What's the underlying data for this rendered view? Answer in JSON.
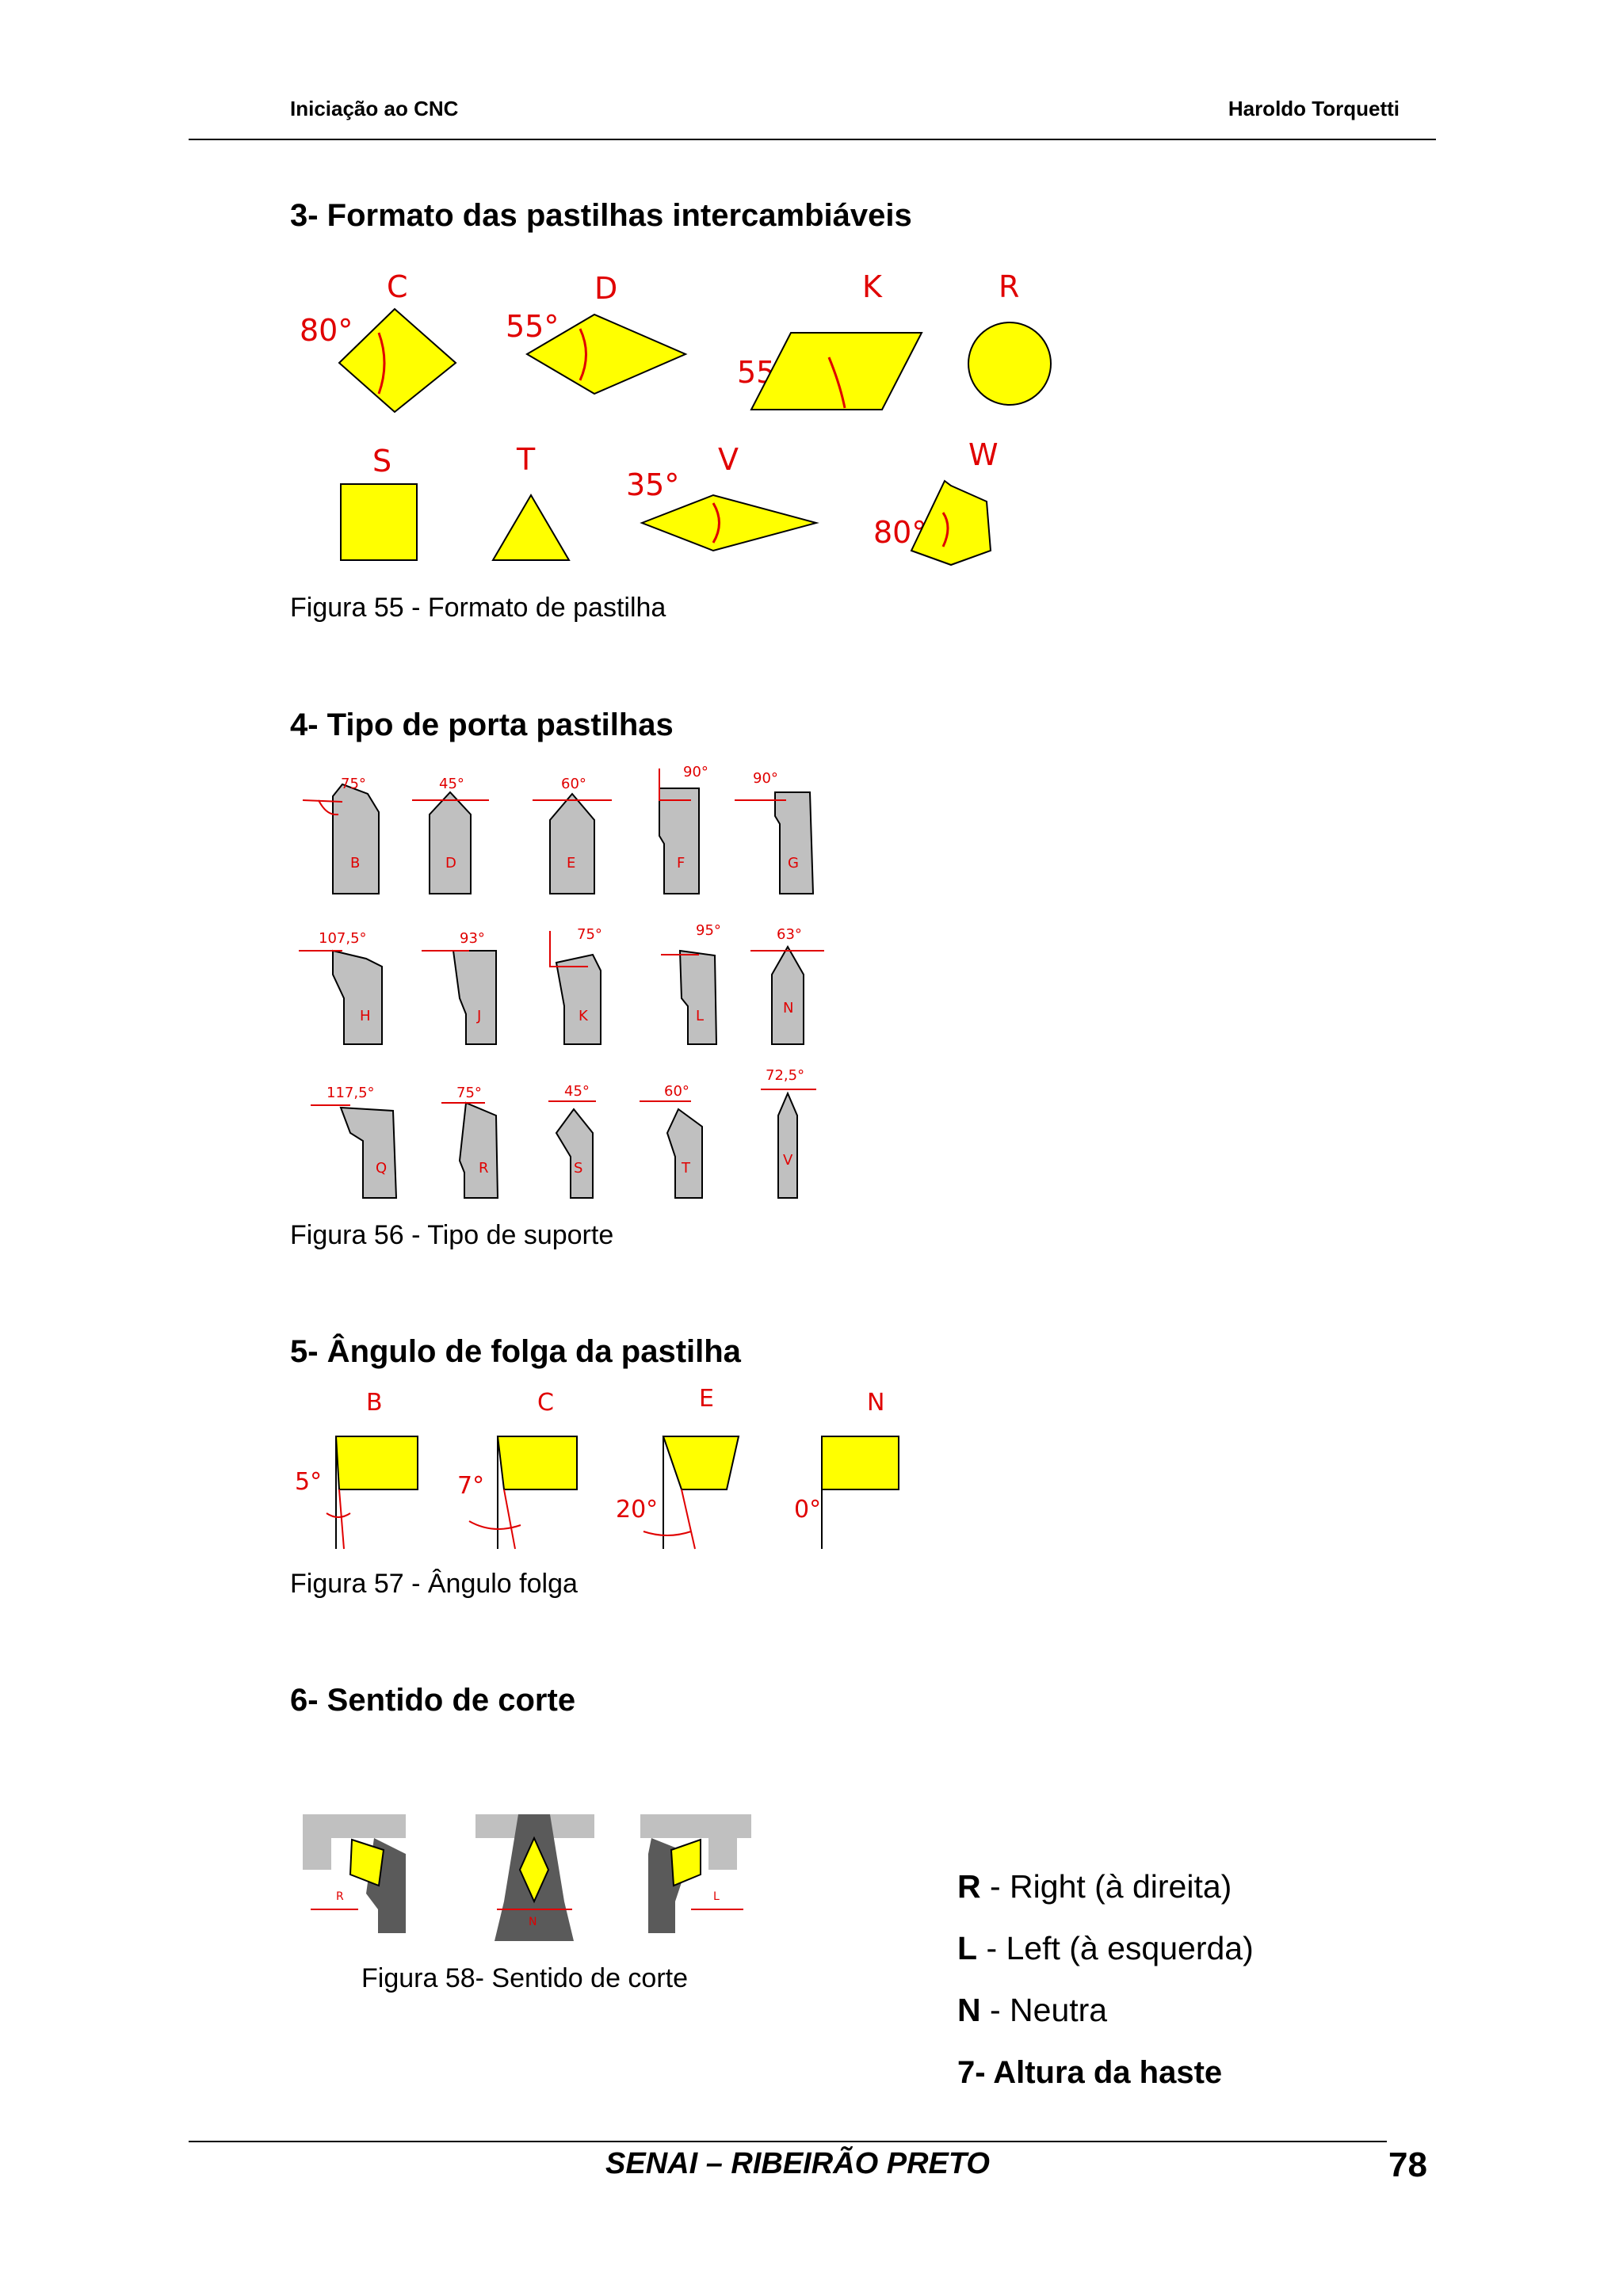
{
  "header": {
    "left": "Iniciação ao CNC",
    "right": "Haroldo Torquetti"
  },
  "sections": {
    "s3": {
      "title": "3- Formato das pastilhas intercambiáveis",
      "caption": "Figura 55 - Formato de pastilha",
      "shapes": [
        {
          "letter": "C",
          "angle": "80°"
        },
        {
          "letter": "D",
          "angle": "55°"
        },
        {
          "letter": "K",
          "angle": "55°"
        },
        {
          "letter": "R",
          "angle": ""
        },
        {
          "letter": "S",
          "angle": ""
        },
        {
          "letter": "T",
          "angle": ""
        },
        {
          "letter": "V",
          "angle": "35°"
        },
        {
          "letter": "W",
          "angle": "80°"
        }
      ]
    },
    "s4": {
      "title": "4- Tipo de porta pastilhas",
      "caption": "Figura 56 - Tipo de suporte",
      "holders": [
        {
          "letter": "B",
          "angle": "75°"
        },
        {
          "letter": "D",
          "angle": "45°"
        },
        {
          "letter": "E",
          "angle": "60°"
        },
        {
          "letter": "F",
          "angle": "90°"
        },
        {
          "letter": "G",
          "angle": "90°"
        },
        {
          "letter": "H",
          "angle": "107,5°"
        },
        {
          "letter": "J",
          "angle": "93°"
        },
        {
          "letter": "K",
          "angle": "75°"
        },
        {
          "letter": "L",
          "angle": "95°"
        },
        {
          "letter": "N",
          "angle": "63°"
        },
        {
          "letter": "Q",
          "angle": "117,5°"
        },
        {
          "letter": "R",
          "angle": "75°"
        },
        {
          "letter": "S",
          "angle": "45°"
        },
        {
          "letter": "T",
          "angle": "60°"
        },
        {
          "letter": "V",
          "angle": "72,5°"
        }
      ]
    },
    "s5": {
      "title": "5- Ângulo de folga da pastilha",
      "caption": "Figura 57 - Ângulo folga",
      "items": [
        {
          "letter": "B",
          "angle": "5°"
        },
        {
          "letter": "C",
          "angle": "7°"
        },
        {
          "letter": "E",
          "angle": "20°"
        },
        {
          "letter": "N",
          "angle": "0°"
        }
      ]
    },
    "s6": {
      "title": "6- Sentido de corte",
      "caption": "Figura 58- Sentido de corte",
      "labels": [
        "R",
        "N",
        "L"
      ],
      "legend": [
        {
          "key": "R",
          "text": " - Right (à direita)"
        },
        {
          "key": "L",
          "text": " - Left (à esquerda)"
        },
        {
          "key": "N",
          "text": " - Neutra"
        }
      ]
    },
    "s7": {
      "title": "7- Altura da haste"
    }
  },
  "footer": {
    "center": "SENAI – RIBEIRÃO PRETO",
    "page": "78"
  },
  "colors": {
    "insert": "#ffff00",
    "accent": "#e00000",
    "holder": "#c0c0c0"
  }
}
